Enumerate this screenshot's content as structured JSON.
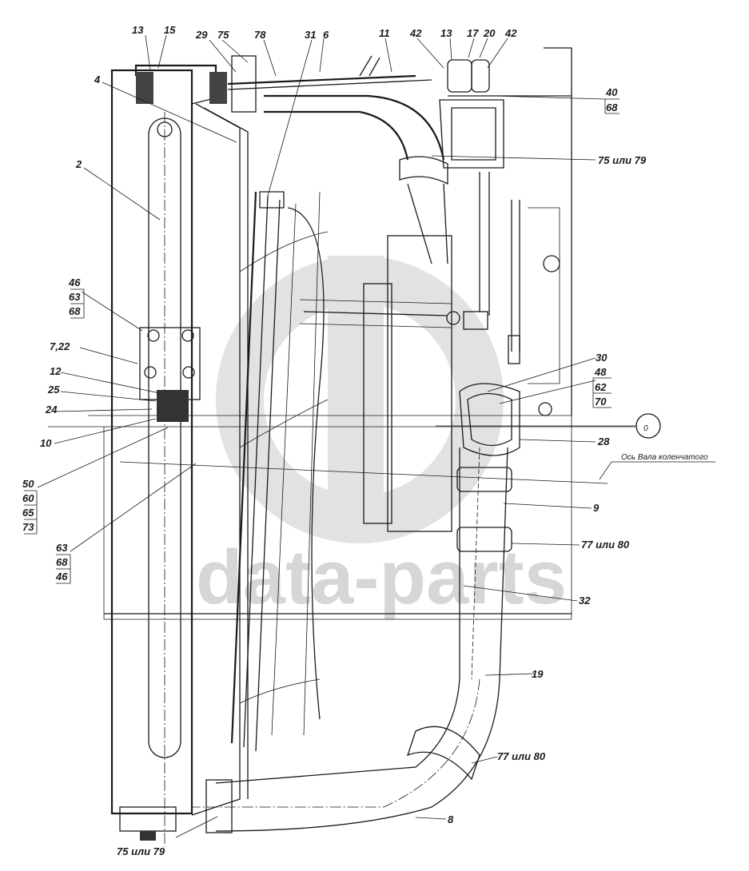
{
  "watermark": {
    "text": "data-parts",
    "color": "#d6d6d6"
  },
  "drawing": {
    "title": "Radiator and cooling pipes assembly",
    "callouts": {
      "c13a": "13",
      "c15": "15",
      "c29": "29",
      "c75a": "75",
      "c78": "78",
      "c31": "31",
      "c6": "6",
      "c11": "11",
      "c42a": "42",
      "c13b": "13",
      "c17": "17",
      "c20": "20",
      "c42b": "42",
      "c4": "4",
      "c2": "2",
      "c40_68": [
        "40",
        "68"
      ],
      "c75or79_top": "75 или 79",
      "c46_63_68": [
        "46",
        "63",
        "68"
      ],
      "c7_22": "7,22",
      "c12": "12",
      "c25": "25",
      "c24": "24",
      "c10": "10",
      "c50_60_65_73": [
        "50",
        "60",
        "65",
        "73"
      ],
      "c63_68_46": [
        "63",
        "68",
        "46"
      ],
      "c30": "30",
      "c48_62_70": [
        "48",
        "62",
        "70"
      ],
      "c0": "0",
      "c28": "28",
      "crankshaft_axis": "Ось Вала коленчатого",
      "c9": "9",
      "c77or80_mid": "77 или 80",
      "c32": "32",
      "c19": "19",
      "c77or80_low": "77 или 80",
      "c8": "8",
      "c75or79_bottom": "75 или 79"
    }
  }
}
